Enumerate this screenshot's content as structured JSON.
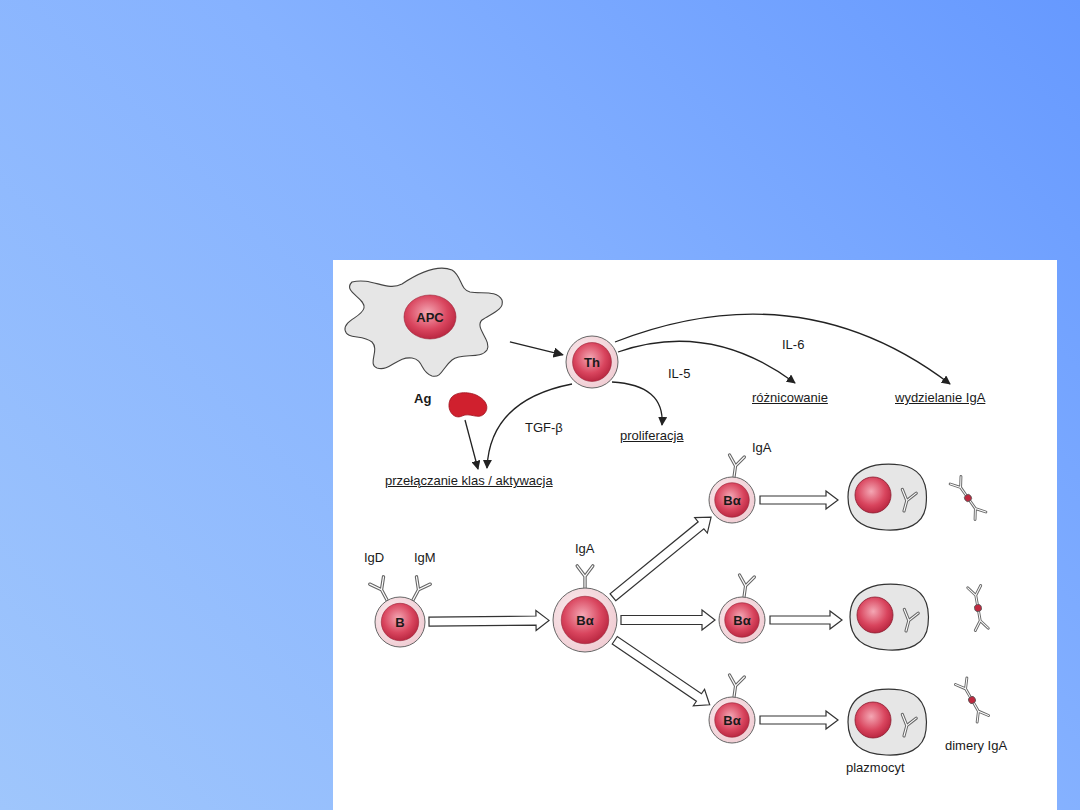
{
  "diagram": {
    "nodes": [
      {
        "text": [
          "APC"
        ]
      },
      {
        "text": [
          "Ag"
        ]
      },
      {
        "text": [
          "Th"
        ]
      },
      {
        "text": [
          "B"
        ]
      },
      {
        "text": [
          "Bα"
        ]
      },
      {
        "text": [
          "Bα"
        ]
      },
      {
        "text": [
          "Bα"
        ]
      },
      {
        "text": [
          "Bα"
        ]
      }
    ],
    "edges": [
      {
        "from": 0,
        "to": 2,
        "arrow": "to"
      },
      {
        "from": 3,
        "to": 4,
        "arrow": "to"
      },
      {
        "from": 4,
        "to": 5,
        "arrow": "to"
      },
      {
        "from": 4,
        "to": 6,
        "arrow": "to"
      },
      {
        "from": 4,
        "to": 7,
        "arrow": "to"
      }
    ],
    "labels": [
      "IL-6",
      "IL-5",
      "różnicowanie",
      "wydzielanie IgA",
      "TGF-β",
      "proliferacja",
      "przełączanie klas / aktywacja",
      "IgA",
      "IgD",
      "IgM",
      "IgA",
      "plazmocyt",
      "dimery IgA"
    ]
  }
}
